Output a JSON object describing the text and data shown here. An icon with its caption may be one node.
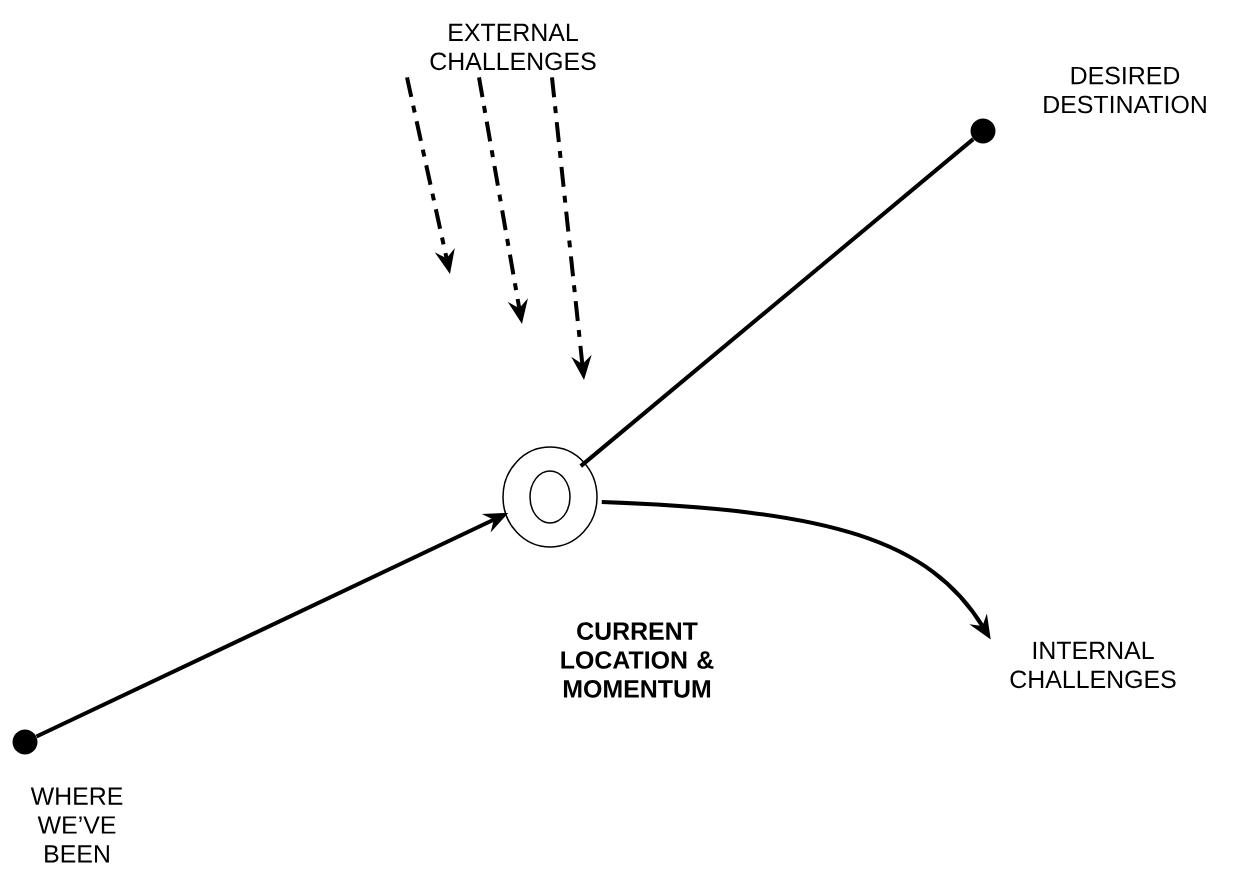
{
  "diagram": {
    "nodes": [
      {
        "text": [
          "EXTERNAL CHALLENGES"
        ]
      },
      {
        "text": [],
        "shape": "circle",
        "beside": [
          "DESIRED DESTINATION"
        ]
      },
      {
        "text": [],
        "shape": "circle",
        "beside": [
          "CURRENT LOCATION & MOMENTUM"
        ]
      },
      {
        "text": [
          "INTERNAL CHALLENGES"
        ]
      },
      {
        "text": [],
        "shape": "circle",
        "beside": [
          "WHERE WE’VE BEEN"
        ]
      }
    ],
    "edges": [
      {
        "from": 0,
        "to": null,
        "arrow": "to",
        "style": "dashed"
      },
      {
        "from": 0,
        "to": null,
        "arrow": "to",
        "style": "dashed"
      },
      {
        "from": 0,
        "to": null,
        "arrow": "to",
        "style": "dashed"
      },
      {
        "from": 2,
        "to": 1,
        "arrow": "none"
      },
      {
        "from": 2,
        "to": 3,
        "arrow": "to"
      },
      {
        "from": 4,
        "to": 2,
        "arrow": "to"
      }
    ]
  }
}
